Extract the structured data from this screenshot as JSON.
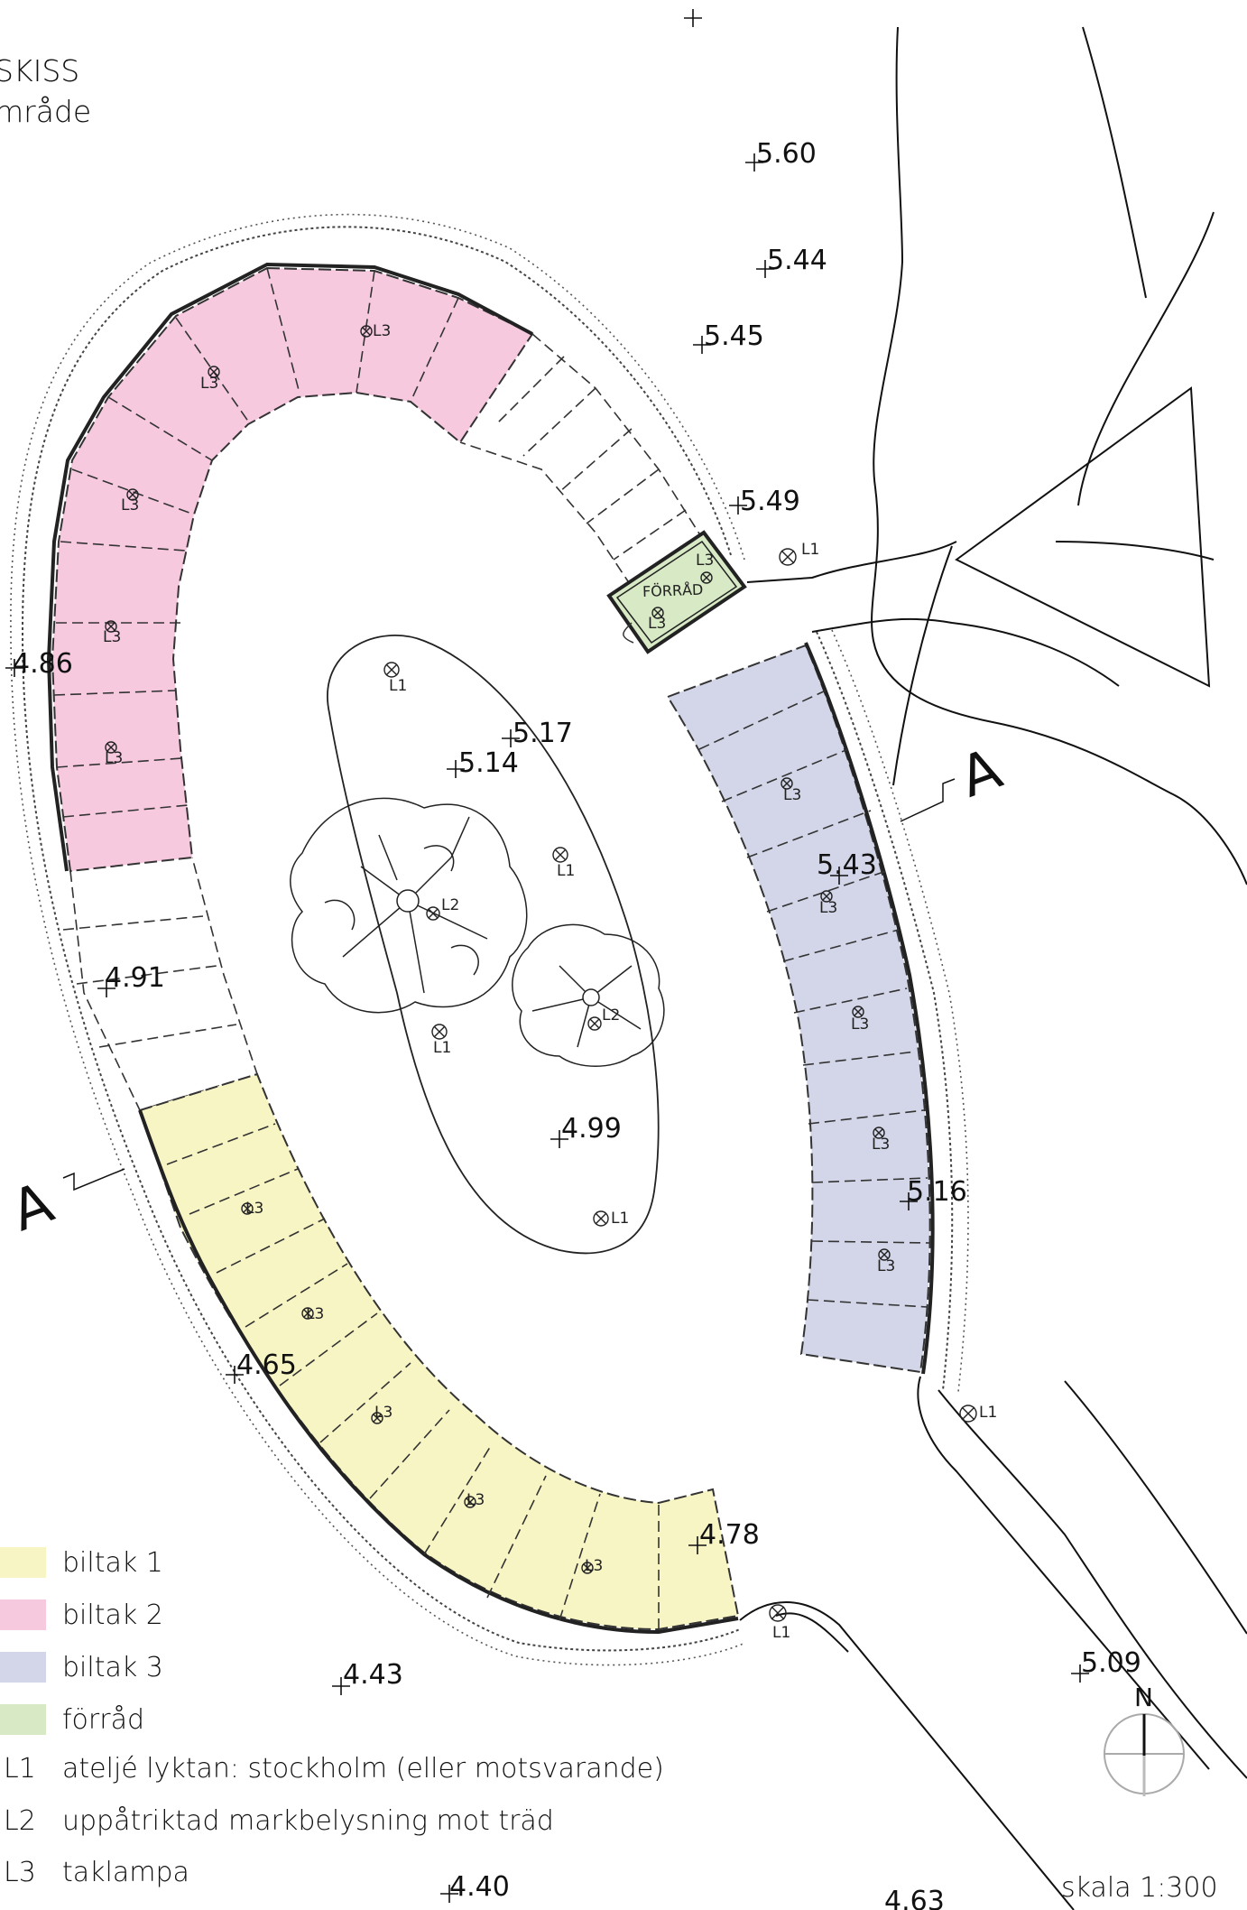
{
  "title": {
    "line1": "SKISS",
    "line2": "mråde"
  },
  "spot_heights": [
    "5.60",
    "5.44",
    "5.45",
    "5.49",
    "4.86",
    "5.17",
    "5.14",
    "5.43",
    "4.91",
    "4.99",
    "5.16",
    "4.65",
    "4.78",
    "4.43",
    "5.09",
    "4.40",
    "4.63"
  ],
  "lamp_labels": {
    "l1": "L1",
    "l2": "L2",
    "l3": "L3"
  },
  "storage_label": "FÖRRÅD",
  "section_marker": "A",
  "north_label": "N",
  "legend": {
    "items": [
      {
        "label": "biltak 1",
        "color": "#f8f5c4"
      },
      {
        "label": "biltak 2",
        "color": "#f6c9df"
      },
      {
        "label": "biltak 3",
        "color": "#d2d6e8"
      },
      {
        "label": "förråd",
        "color": "#d8eac5"
      }
    ],
    "lamps": [
      {
        "code": "L1",
        "label": "ateljé lyktan: stockholm (eller motsvarande)"
      },
      {
        "code": "L2",
        "label": "uppåtriktad markbelysning mot träd"
      },
      {
        "code": "L3",
        "label": "taklampa"
      }
    ]
  },
  "scale": "skala 1:300",
  "colors": {
    "biltak_1": "#f8f5c4",
    "biltak_2": "#f6c9df",
    "biltak_3": "#d2d6e8",
    "forrad": "#d8eac5",
    "line": "#1a1a1a"
  }
}
